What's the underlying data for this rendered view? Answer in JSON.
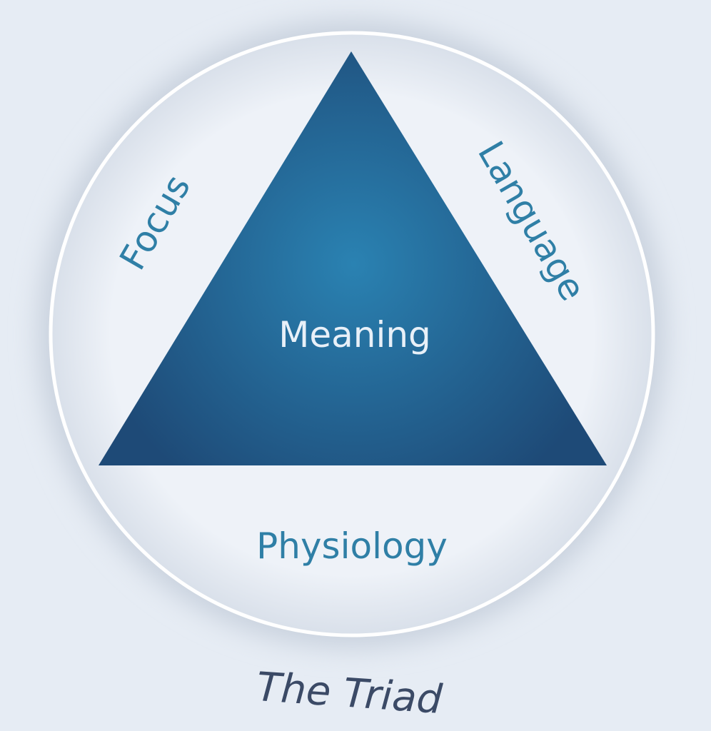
{
  "diagram": {
    "center": "Meaning",
    "left": "Focus",
    "right": "Language",
    "bottom": "Physiology",
    "caption": "The Triad",
    "colors": {
      "triangle_light": "#2a7fae",
      "triangle_dark": "#1f4f7c",
      "label": "#2f7fa6",
      "caption": "#3b4a66"
    }
  }
}
